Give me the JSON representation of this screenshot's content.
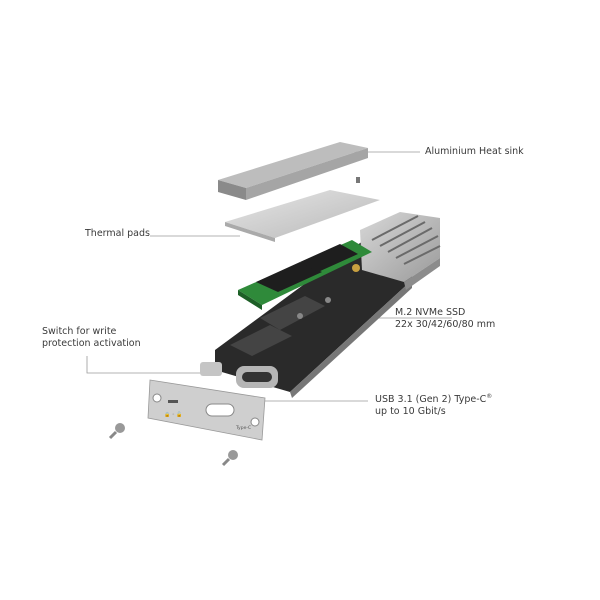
{
  "labels": {
    "heatsink": "Aluminium Heat sink",
    "thermal_pads": "Thermal pads",
    "ssd_line1": "M.2 NVMe SSD",
    "ssd_line2": "22x  30/42/60/80  mm",
    "switch_line1": "Switch for write",
    "switch_line2": "protection activation",
    "usb_line1": "USB 3.1 (Gen 2) Type-C",
    "usb_reg": "®",
    "usb_line2": "up to 10 Gbit/s"
  },
  "endplate": {
    "port_label": "Type-C"
  }
}
